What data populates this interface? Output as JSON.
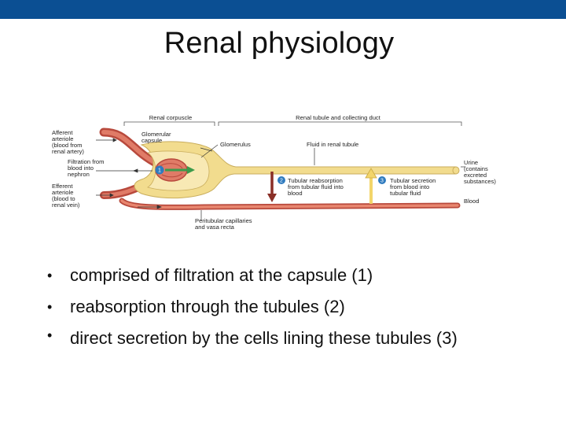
{
  "slide": {
    "title": "Renal physiology"
  },
  "figure": {
    "bracket_renal_corpuscle": "Renal corpuscle",
    "bracket_renal_tubule": "Renal tubule and collecting duct",
    "afferent": [
      "Afferent",
      "arteriole",
      "(blood from",
      "renal artery)"
    ],
    "filtration": [
      "Filtration from",
      "blood into",
      "nephron"
    ],
    "efferent": [
      "Efferent",
      "arteriole",
      "(blood to",
      "renal vein)"
    ],
    "glomerular_capsule": [
      "Glomerular",
      "capsule"
    ],
    "glomerulus": "Glomerulus",
    "fluid": "Fluid in renal tubule",
    "reabsorption": [
      "Tubular reabsorption",
      "from tubular fluid into",
      "blood"
    ],
    "secretion": [
      "Tubular secretion",
      "from blood into",
      "tubular fluid"
    ],
    "urine": [
      "Urine",
      "(contains",
      "excreted",
      "substances)"
    ],
    "blood": "Blood",
    "peritubular": [
      "Peritubular capillaries",
      "and vasa recta"
    ],
    "step1": "1",
    "step2": "2",
    "step3": "3"
  },
  "bullets": [
    "comprised of filtration at the capsule (1)",
    "reabsorption through the tubules (2)",
    "direct secretion by the cells lining these tubules (3)"
  ]
}
